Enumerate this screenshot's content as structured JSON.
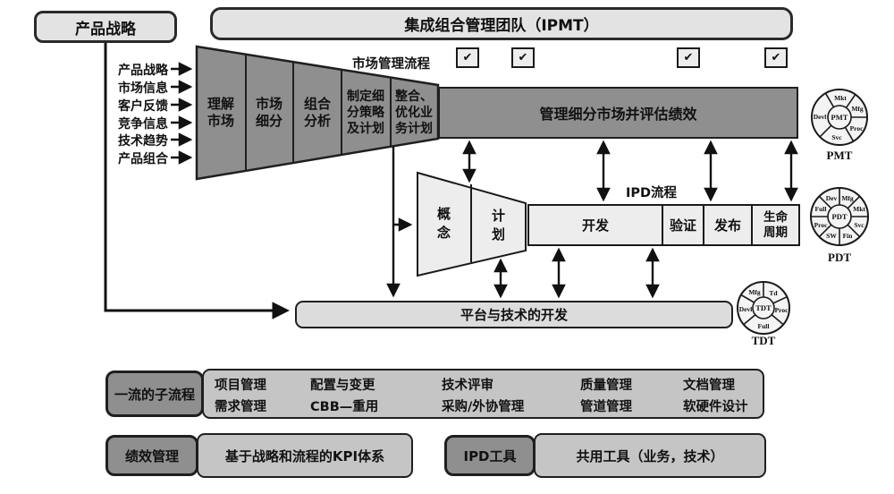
{
  "palette": {
    "funnel_gray": "#8f8f8f",
    "panel_gray": "#c5c5c5",
    "light_box": "#e3e3e3",
    "ipd_box": "#ededed",
    "border": "#1f1f1f"
  },
  "strategy_box": {
    "label": "产品战略"
  },
  "ipmt_box": {
    "label": "集成组合管理团队（IPMT）"
  },
  "inputs": [
    "产品战略",
    "市场信息",
    "客户反馈",
    "竞争信息",
    "技术趋势",
    "产品组合"
  ],
  "market_mgmt": {
    "process_label": "市场管理流程",
    "funnel_stages": [
      "理解市场",
      "市场细分",
      "组合分析",
      "制定细分策略及计划",
      "整合、优化业务计划"
    ],
    "manage_bar": "管理细分市场并评估绩效",
    "checkmark": "✔"
  },
  "ipd": {
    "process_label": "IPD流程",
    "phases": [
      "概念",
      "计划",
      "开发",
      "验证",
      "发布",
      "生命周期"
    ]
  },
  "platform_bar": {
    "label": "平台与技术的开发"
  },
  "teams": {
    "pmt": {
      "name": "PMT",
      "center": "PMT",
      "segments": [
        "Mkt",
        "Mfg",
        "Proc",
        "Svc",
        "Devl"
      ]
    },
    "pdt": {
      "name": "PDT",
      "center": "PDT",
      "segments": [
        "Dev",
        "Mfg",
        "Mkt",
        "Svc",
        "Fin",
        "SW",
        "Proc",
        "Full"
      ]
    },
    "tdt": {
      "name": "TDT",
      "center": "TDT",
      "segments": [
        "Mfg",
        "Td",
        "Proc",
        "Full",
        "Devl"
      ]
    }
  },
  "subprocess": {
    "label": "一流的子流程",
    "row1": [
      "项目管理",
      "配置与变更",
      "技术评审",
      "质量管理",
      "文档管理"
    ],
    "row2": [
      "需求管理",
      "CBB—重用",
      "采购/外协管理",
      "管道管理",
      "软硬件设计"
    ]
  },
  "performance": {
    "label": "绩效管理",
    "content": "基于战略和流程的KPI体系"
  },
  "tools": {
    "label": "IPD工具",
    "content": "共用工具（业务，技术）"
  }
}
